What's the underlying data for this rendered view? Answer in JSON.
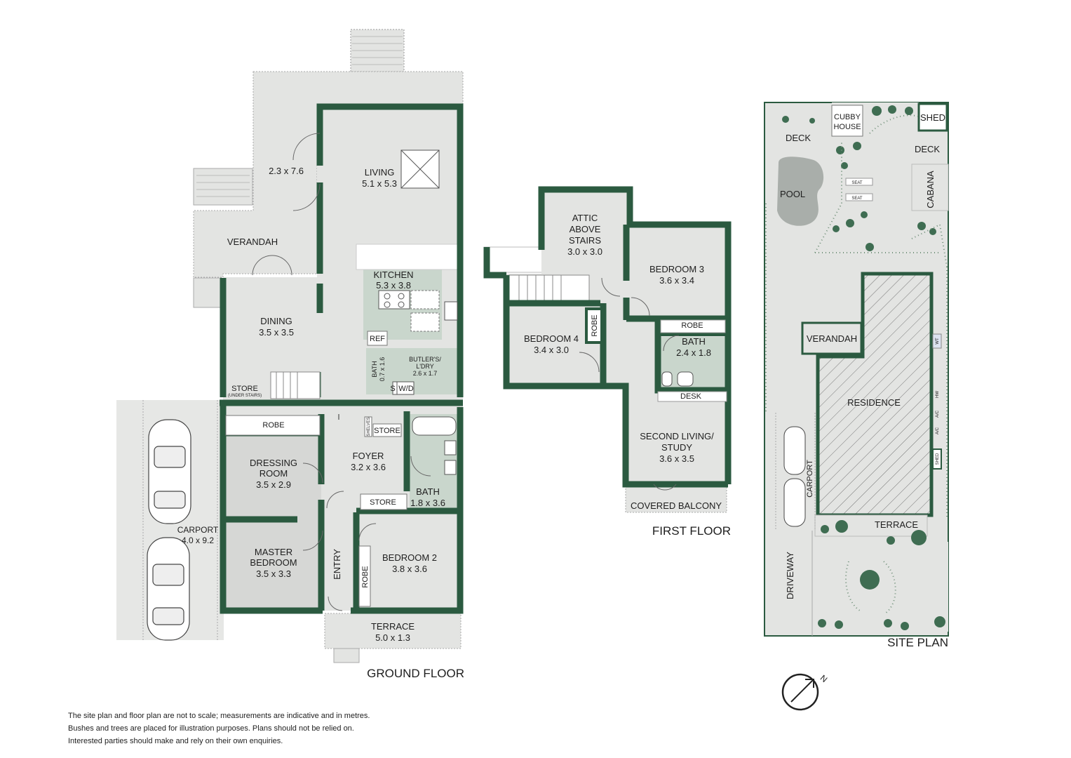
{
  "colors": {
    "wall": "#2b5a40",
    "floor": "#e3e4e2",
    "wet": "#c9d6cc",
    "green": "#9bb29e",
    "tree": "#3f6d52",
    "hatch": "#6b6b6b"
  },
  "ground": {
    "title": "GROUND FLOOR",
    "verandah_top": "2.3 x 7.6",
    "verandah": "VERANDAH",
    "living": {
      "name": "LIVING",
      "dim": "5.1 x 5.3"
    },
    "kitchen": {
      "name": "KITCHEN",
      "dim": "5.3 x 3.8"
    },
    "dining": {
      "name": "DINING",
      "dim": "3.5 x 3.5"
    },
    "ref": "REF",
    "butlers": {
      "name1": "BUTLER'S/",
      "name2": "L'DRY",
      "dim": "2.6 x 1.7"
    },
    "bath_small": {
      "name": "BATH",
      "dim": "0.7 x 1.6"
    },
    "s": "S",
    "wd": "W/D",
    "store_under": {
      "name": "STORE",
      "sub": "(UNDER STAIRS)"
    },
    "robe_top": "ROBE",
    "shelves": "SHELVES",
    "store_a": "STORE",
    "store_b": "STORE",
    "foyer": {
      "name": "FOYER",
      "dim": "3.2 x 3.6"
    },
    "dressing": {
      "name1": "DRESSING",
      "name2": "ROOM",
      "dim": "3.5 x 2.9"
    },
    "bath": {
      "name": "BATH",
      "dim": "1.8 x 3.6"
    },
    "master": {
      "name1": "MASTER",
      "name2": "BEDROOM",
      "dim": "3.5 x 3.3"
    },
    "entry": "ENTRY",
    "robe_side": "ROBE",
    "bed2": {
      "name": "BEDROOM 2",
      "dim": "3.8 x 3.6"
    },
    "carport": {
      "name": "CARPORT",
      "dim": "4.0 x 9.2"
    },
    "terrace": {
      "name": "TERRACE",
      "dim": "5.0 x 1.3"
    }
  },
  "first": {
    "title": "FIRST FLOOR",
    "attic": {
      "name1": "ATTIC",
      "name2": "ABOVE",
      "name3": "STAIRS",
      "dim": "3.0 x 3.0"
    },
    "bed3": {
      "name": "BEDROOM 3",
      "dim": "3.6 x 3.4"
    },
    "bed4": {
      "name": "BEDROOM 4",
      "dim": "3.4 x 3.0"
    },
    "robe4": "ROBE",
    "robe3": "ROBE",
    "bath": {
      "name": "BATH",
      "dim": "2.4 x 1.8"
    },
    "desk": "DESK",
    "living": {
      "name1": "SECOND LIVING/",
      "name2": "STUDY",
      "dim": "3.6 x 3.5"
    },
    "balcony": "COVERED BALCONY"
  },
  "site": {
    "title": "SITE PLAN",
    "cubby1": "CUBBY",
    "cubby2": "HOUSE",
    "shed": "SHED",
    "deck1": "DECK",
    "deck2": "DECK",
    "pool": "POOL",
    "cabana": "CABANA",
    "seat1": "SEAT",
    "seat2": "SEAT",
    "verandah": "VERANDAH",
    "residence": "RESIDENCE",
    "wt": "WT",
    "hw": "HW",
    "ac1": "A/C",
    "ac2": "A/C",
    "shed_side": "SHED",
    "carport": "CARPORT",
    "terrace": "TERRACE",
    "driveway": "DRIVEWAY"
  },
  "north": "N",
  "disclaimer": [
    "The site plan and floor plan are not to scale; measurements are indicative and in metres.",
    "Bushes and trees are placed for illustration purposes. Plans should not be relied on.",
    "Interested parties should make and rely on their own enquiries."
  ]
}
